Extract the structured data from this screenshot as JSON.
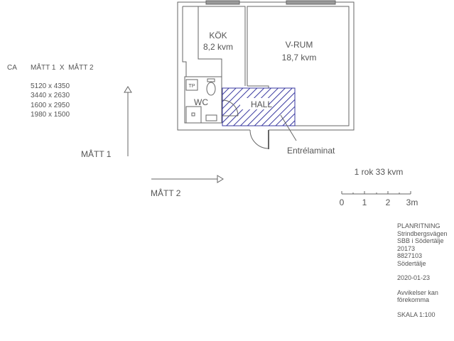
{
  "legend": {
    "prefix": "CA",
    "header": "MÅTT 1  X  MÅTT 2",
    "dimensions": [
      "5120 x 4350",
      "3440 x 2630",
      "1600 x 2950",
      "1980 x 1500"
    ],
    "axis1_label": "MÅTT 1",
    "axis2_label": "MÅTT 2"
  },
  "plan": {
    "rooms": [
      {
        "name": "KÖK",
        "area": "8,2 kvm"
      },
      {
        "name": "V-RUM",
        "area": "18,7 kvm"
      },
      {
        "name": "HALL"
      },
      {
        "name": "WC"
      }
    ],
    "tp_label": "TP",
    "annotation": "Entrélaminat",
    "hatch_color": "#3a3aa0"
  },
  "summary": "1 rok 33 kvm",
  "scale_bar": {
    "ticks": [
      "0",
      "1",
      "2",
      "3m"
    ]
  },
  "info": {
    "lines": [
      "PLANRITNING",
      "Strindbergsvägen",
      "SBB i Södertälje",
      "20173",
      "8827103",
      "Södertälje"
    ],
    "date": "2020-01-23",
    "note": "Avvikelser kan förekomma",
    "scale": "SKALA 1:100"
  }
}
